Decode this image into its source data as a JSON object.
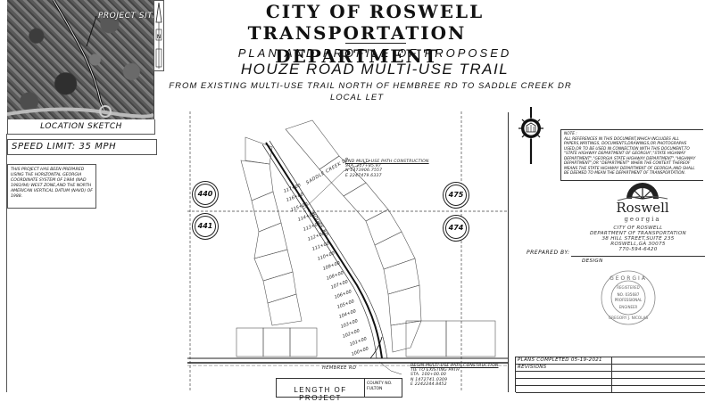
{
  "header": {
    "line1": "CITY OF ROSWELL",
    "line2": "TRANSPORTATION DEPARTMENT",
    "line3": "PLAN AND PROFILE OF PROPOSED",
    "line4": "HOUZE ROAD MULTI-USE TRAIL",
    "line5": "FROM EXISTING MULTI-USE TRAIL NORTH OF HEMBREE RD TO SADDLE CREEK DR",
    "line6": "LOCAL LET"
  },
  "location_sketch": {
    "project_site_label": "PROJECT SITE",
    "caption": "LOCATION SKETCH",
    "north_arrow_label": "N"
  },
  "speed_limit": "SPEED LIMIT: 35 MPH",
  "datum_note": "THIS PROJECT HAS BEEN PREPARED USING THE HORIZONTAL GEORGIA COORDINATE SYSTEM OF 1984 (NAD 1983/94) WEST ZONE,AND THE NORTH AMERICAN VERTICAL DATUM (NAVD) OF 1988.",
  "plan": {
    "sheet_refs": [
      "440",
      "441",
      "475",
      "474"
    ],
    "stations": [
      "117+00",
      "116+00",
      "115+00",
      "114+00",
      "113+00",
      "112+00",
      "111+00",
      "110+00",
      "109+00",
      "108+00",
      "107+00",
      "106+00",
      "105+00",
      "104+00",
      "103+00",
      "102+00",
      "101+00",
      "100+00"
    ],
    "end_callout": {
      "title": "END MULTI-USE PATH CONSTRUCTION",
      "sta": "STA. 117+85.97",
      "n": "N 1473906.7557",
      "e": "E 2247479.6337"
    },
    "begin_callout": {
      "title": "BEGIN MULTI-USE PATH CONSTRUCTION",
      "tie": "TIE TO EXISTING PATH",
      "sta": "STA. 100+00.00",
      "n": "N 1472741.0309",
      "e": "E 2242244.8452"
    },
    "road_labels": {
      "saddle_creek": "SADDLE CREEK DR",
      "houze": "HOUZE RD",
      "hembree": "HEMBREE RD"
    }
  },
  "reference_note": {
    "heading": "NOTE :",
    "body": "ALL REFERENCES IN THIS DOCUMENT,WHICH INCLUDES ALL PAPERS,WRITINGS, DOCUMENTS,DRAWINGS,OR PHOTOGRAPHS USED,OR TO BE USED IN CONNECTION WITH THIS DOCUMENT,TO \"STATE HIGHWAY DEPARTMENT OF GEORGIA\",\"STATE HIGHWAY DEPARTMENT\",\"GEORGIA STATE HIGHWAY DEPARTMENT\",\"HIGHWAY DEPARTMENT\",OR \"DEPARTMENT\" WHEN THE CONTEXT THEREOF MEANS THE STATE HIGHWAY DEPARTMENT OF GEORGIA,AND SHALL BE DEEMED TO MEAN THE DEPARTMENT OF TRANSPORTATION."
  },
  "logo": {
    "word": "Roswell",
    "sub": "georgia"
  },
  "address": {
    "line1": "CITY OF ROSWELL",
    "line2": "DEPARTMENT OF TRANSPORTATION",
    "line3": "38 HILL STREET,SUITE 235",
    "line4": "ROSWELL,GA 30075",
    "line5": "770-594-6420"
  },
  "prepared": {
    "label": "PREPARED BY:",
    "design_label": "DESIGN"
  },
  "pe_seal": {
    "state": "GEORGIA",
    "registered": "REGISTERED",
    "number": "NO. 035687",
    "professional": "PROFESSIONAL",
    "engineer": "ENGINEER",
    "name": "GREGORY J. NICOLAS"
  },
  "revisions": {
    "plans_completed": "PLANS COMPLETED  05-19-2021",
    "revisions_label": "REVISIONS",
    "blank_rows": 3
  },
  "project_box": {
    "length_label": "LENGTH OF PROJECT",
    "county_label": "COUNTY No.",
    "county_value": "FULTON"
  }
}
